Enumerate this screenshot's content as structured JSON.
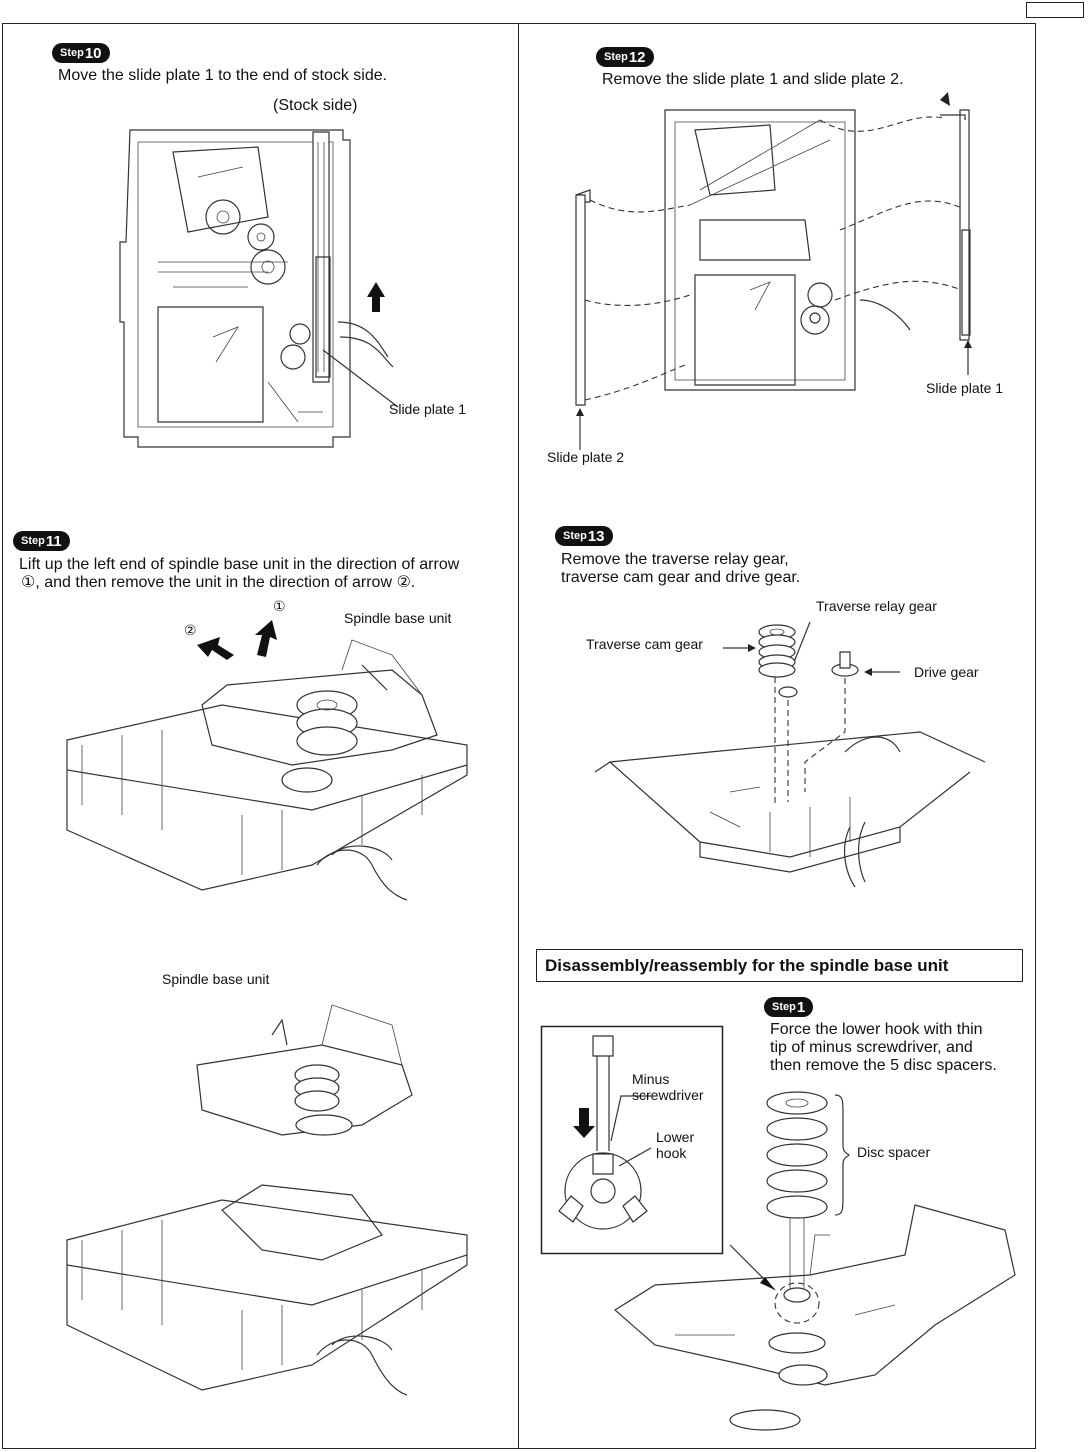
{
  "steps": {
    "s10": {
      "badge_word": "Step",
      "badge_num": "10",
      "text": "Move the slide plate 1 to the end of stock side.",
      "label_stock": "(Stock side)",
      "label_slide1": "Slide plate 1"
    },
    "s11": {
      "badge_word": "Step",
      "badge_num": "11",
      "line1": "Lift up the left end of spindle base unit in the direction of arrow",
      "line2": "①, and then remove the unit in the direction of arrow ②.",
      "arrow1": "①",
      "arrow2": "②",
      "label_spindle": "Spindle base unit",
      "label_spindle_lower": "Spindle base unit"
    },
    "s12": {
      "badge_word": "Step",
      "badge_num": "12",
      "text": "Remove the slide plate 1 and slide plate 2.",
      "label_slide1": "Slide plate 1",
      "label_slide2": "Slide plate 2"
    },
    "s13": {
      "badge_word": "Step",
      "badge_num": "13",
      "line1": "Remove the traverse relay gear,",
      "line2": "traverse cam gear and drive gear.",
      "label_relay": "Traverse relay gear",
      "label_cam": "Traverse cam gear",
      "label_drive": "Drive gear"
    },
    "spindle_section": {
      "heading": "Disassembly/reassembly for the spindle base unit"
    },
    "s1": {
      "badge_word": "Step",
      "badge_num": "1",
      "line1": "Force the lower hook with thin",
      "line2": "tip of minus screwdriver, and",
      "line3": "then remove the 5 disc spacers.",
      "label_minus1": "Minus",
      "label_minus2": "screwdriver",
      "label_hook1": "Lower",
      "label_hook2": "hook",
      "label_disc": "Disc spacer"
    }
  }
}
